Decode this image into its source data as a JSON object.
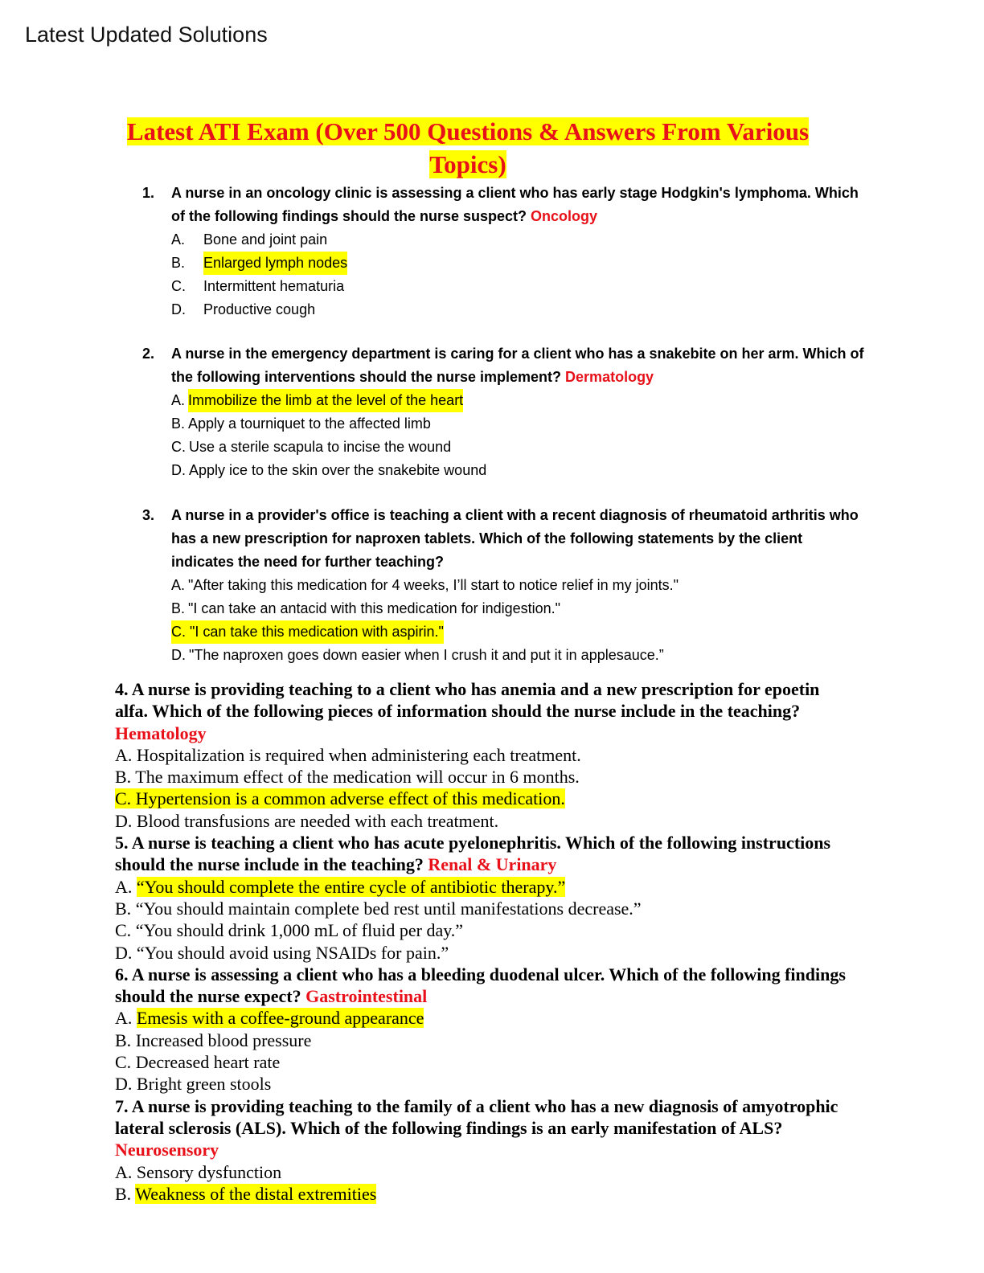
{
  "header": {
    "watermark": "Latest Updated Solutions"
  },
  "title": {
    "line1": "Latest ATI Exam (Over 500 Questions & Answers From Various",
    "line2": "Topics)"
  },
  "questions": [
    {
      "number": "1.",
      "stem": "A nurse in an oncology clinic is assessing a client who has early stage Hodgkin's lymphoma. Which of the following findings should the nurse suspect?",
      "topic": "Oncology",
      "options": [
        {
          "letter": "A.",
          "text": "Bone and joint pain"
        },
        {
          "letter": "B.",
          "text": "Enlarged lymph nodes"
        },
        {
          "letter": "C.",
          "text": "Intermittent hematuria"
        },
        {
          "letter": "D.",
          "text": "Productive cough"
        }
      ]
    },
    {
      "number": "2.",
      "stem": "A nurse in the emergency department is caring for a client who has a snakebite on her arm. Which of the following interventions should the nurse implement?",
      "topic": "Dermatology",
      "options": [
        {
          "letter": "A.",
          "text": "Immobilize the limb at the level of the heart"
        },
        {
          "letter": "B.",
          "text": "Apply a tourniquet to the affected limb"
        },
        {
          "letter": "C.",
          "text": "Use a sterile scapula to incise the wound"
        },
        {
          "letter": "D.",
          "text": "Apply ice to the skin over the snakebite wound"
        }
      ]
    },
    {
      "number": "3.",
      "stem": "A nurse in a provider's office is teaching a client with a recent diagnosis of rheumatoid arthritis who has a new prescription for naproxen tablets. Which of the following statements by the client indicates the need for further teaching?",
      "options": [
        {
          "letter": "A.",
          "text": "\"After taking this medication for 4 weeks, I’ll start to notice relief in my joints.\""
        },
        {
          "letter": "B.",
          "text": "\"I can take an antacid with this medication for indigestion.\""
        },
        {
          "letter": "C.",
          "text": "\"I can take this medication with aspirin.\""
        },
        {
          "letter": "D.",
          "text": "\"The naproxen goes down easier when I crush it and put it in applesauce.”"
        }
      ]
    },
    {
      "number": "4.",
      "stem": "A nurse is providing teaching to a client who has anemia and a new prescription for epoetin alfa. Which of the following pieces of information should the nurse include in the teaching?",
      "topic": "Hematology",
      "options": [
        {
          "letter": "A.",
          "text": "Hospitalization is required when administering each treatment."
        },
        {
          "letter": "B.",
          "text": "The maximum effect of the medication will occur in 6 months."
        },
        {
          "letter": "C.",
          "text": "Hypertension is a common adverse effect of this medication."
        },
        {
          "letter": "D.",
          "text": "Blood transfusions are needed with each treatment."
        }
      ]
    },
    {
      "number": "5.",
      "stem": "A nurse is teaching a client who has acute pyelonephritis. Which of the following instructions should the nurse include in the teaching?",
      "topic": "Renal & Urinary",
      "options": [
        {
          "letter": "A.",
          "text": "“You should complete the entire cycle of antibiotic therapy.”"
        },
        {
          "letter": "B.",
          "text": "“You should maintain complete bed rest until manifestations decrease.”"
        },
        {
          "letter": "C.",
          "text": "“You should drink 1,000 mL of fluid per day.”"
        },
        {
          "letter": "D.",
          "text": "“You should avoid using NSAIDs for pain.”"
        }
      ]
    },
    {
      "number": "6.",
      "stem": "A nurse is assessing a client who has a bleeding duodenal ulcer. Which of the following findings should the nurse expect?",
      "topic": "Gastrointestinal",
      "options": [
        {
          "letter": "A.",
          "text": "Emesis with a coffee-ground appearance"
        },
        {
          "letter": "B.",
          "text": "Increased blood pressure"
        },
        {
          "letter": "C.",
          "text": "Decreased heart rate"
        },
        {
          "letter": "D.",
          "text": "Bright green stools"
        }
      ]
    },
    {
      "number": "7.",
      "stem": "A nurse is providing teaching to the family of a client who has a new diagnosis of amyotrophic lateral sclerosis (ALS). Which of the following findings is an early manifestation of ALS?",
      "topic": "Neurosensory",
      "options": [
        {
          "letter": "A.",
          "text": "Sensory dysfunction"
        },
        {
          "letter": "B.",
          "text": "Weakness of the distal extremities"
        }
      ]
    }
  ],
  "colors": {
    "topic": "#e8111a",
    "highlight": "#ffff00"
  }
}
